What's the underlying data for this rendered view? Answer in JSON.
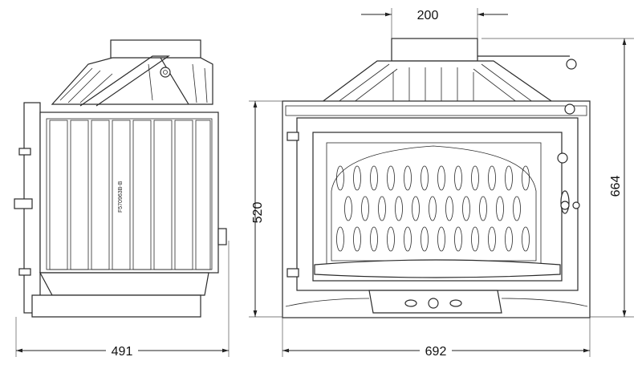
{
  "drawing": {
    "side_view_code": "F570963B-B",
    "dimensions": {
      "flue_width": "200",
      "front_height": "520",
      "total_height": "664",
      "depth": "491",
      "front_width": "692"
    }
  }
}
